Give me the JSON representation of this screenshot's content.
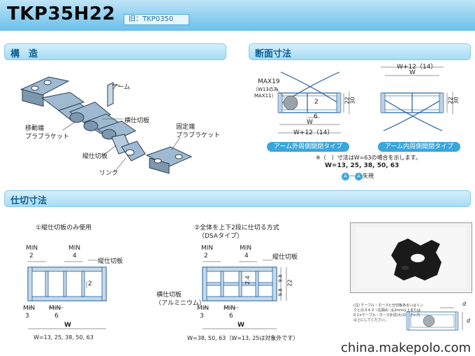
{
  "header": {
    "model": "TKP35H22",
    "old_model": "旧：TKP0350"
  },
  "sections": {
    "structure": "構　造",
    "cross_section": "断面寸法",
    "partition": "仕切寸法"
  },
  "structure_labels": {
    "arm": "アーム",
    "horizontal_partition": "横仕切板",
    "moving_end": "移動端",
    "bracket_moving": "プラブラケット",
    "fixed_end": "固定端",
    "bracket_fixed": "プラブラケット",
    "vertical_partition": "縦仕切板",
    "link": "リンク"
  },
  "cross_section": {
    "max_label": "MAX19",
    "max_note_1": "（W13のみ",
    "max_note_2": "MAX11）",
    "dim_2": "2",
    "dim_6": "6",
    "dim_22": "22",
    "dim_30": "30",
    "w": "W",
    "w_plus_left": "W+12（14）",
    "w_plus_right": "W+12（14）",
    "type_outer": "アーム外周側開閉タイプ",
    "type_inner": "アーム内周側開閉タイプ",
    "note": "※（　）寸法はW=63の場合を示します。",
    "w_values": "W=13, 25, 38, 50, 63",
    "view_a": "A",
    "view_dash": "－",
    "view_b": "A",
    "view_text": "矢視"
  },
  "partition": {
    "method1_title": "①縦仕切板のみ使用",
    "method2_title_1": "②全体を上下2段に仕切る方式",
    "method2_title_2": "（DSAタイプ）",
    "min": "MIN",
    "min_2": "2",
    "min_4": "4",
    "min_3": "3",
    "min_6": "6",
    "dim_2": "2",
    "dim_24": "2.4",
    "dim_98a": "9.8",
    "dim_98b": "9.8",
    "dim_22": "22",
    "vertical_partition": "縦仕切板",
    "horizontal_partition": "横仕切板",
    "aluminum": "（アルミニウム）",
    "w": "W",
    "w_values_1": "W=13, 25, 38, 50, 63",
    "w_values_2": "W=38, 50, 63（W=13, 25は対象外です）",
    "photo_note": "(注) ケーブル・ホースと仕切板あるいはリンクとのスキマ（右図d）は2mm以上または0.1×ケーブル・ホース外径(大)の大きい方以上にしてください。",
    "d": "d"
  },
  "watermark": "china.makepolo.com",
  "colors": {
    "accent": "#3aa6dc",
    "header": "#8fd0f0",
    "line": "#1f5fa0"
  }
}
